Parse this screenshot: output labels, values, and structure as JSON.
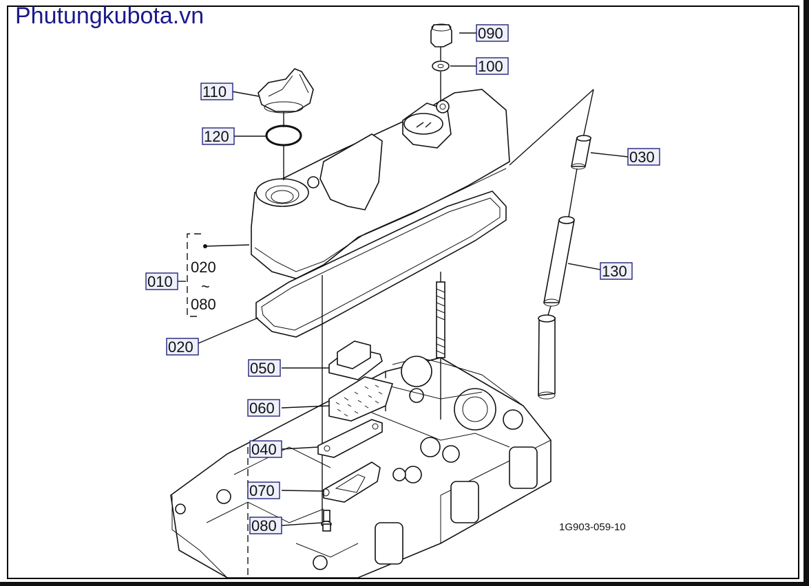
{
  "watermark": "Phutungkubota.vn",
  "diagram_code": "1G903-059-10",
  "callouts": {
    "p010": "010",
    "p020": "020",
    "p030": "030",
    "p040": "040",
    "p050": "050",
    "p060": "060",
    "p070": "070",
    "p080": "080",
    "p090": "090",
    "p100": "100",
    "p110": "110",
    "p120": "120",
    "p130": "130"
  },
  "group": {
    "from": "020",
    "tilde": "~",
    "to": "080"
  },
  "colors": {
    "watermark": "#1a1a8c",
    "label_box_border": "#22227a",
    "label_box_fill": "#eef0fb",
    "line": "#111111"
  }
}
